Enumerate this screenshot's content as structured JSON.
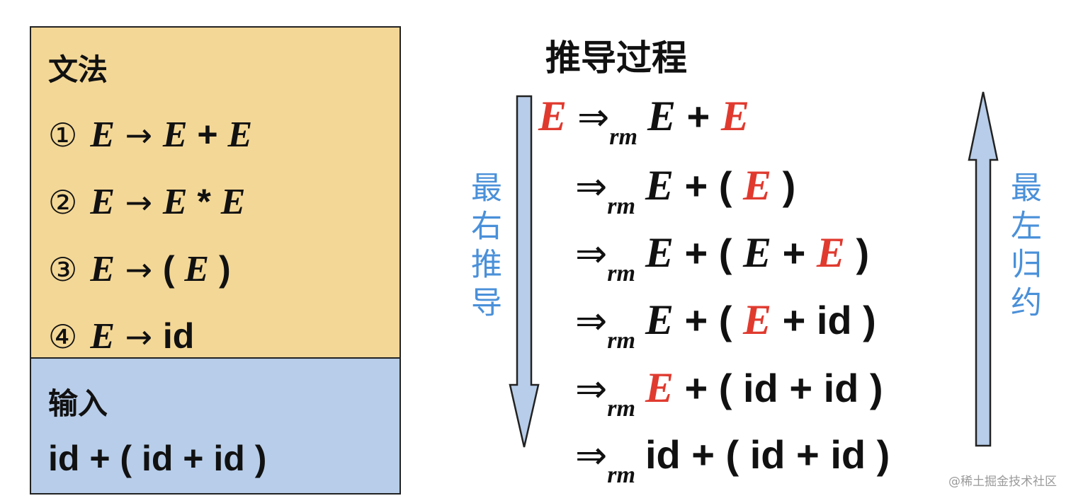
{
  "grammar": {
    "title": "文法",
    "rules": [
      {
        "num": "①",
        "lhs": "E",
        "arrow": "→",
        "rhs": [
          {
            "t": "E",
            "nt": true
          },
          {
            "t": " + ",
            "nt": false
          },
          {
            "t": "E",
            "nt": true
          }
        ]
      },
      {
        "num": "②",
        "lhs": "E",
        "arrow": "→",
        "rhs": [
          {
            "t": "E",
            "nt": true
          },
          {
            "t": " * ",
            "nt": false
          },
          {
            "t": "E",
            "nt": true
          }
        ]
      },
      {
        "num": "③",
        "lhs": "E",
        "arrow": "→",
        "rhs": [
          {
            "t": "( ",
            "nt": false
          },
          {
            "t": "E",
            "nt": true
          },
          {
            "t": " )",
            "nt": false
          }
        ]
      },
      {
        "num": "④",
        "lhs": "E",
        "arrow": "→",
        "rhs": [
          {
            "t": "id",
            "nt": false
          }
        ]
      }
    ]
  },
  "input": {
    "title": "输入",
    "string": "id + ( id +  id )"
  },
  "derivation": {
    "title": "推导过程",
    "start": "E",
    "arrow_symbol": "⇒",
    "subscript": "rm",
    "steps": [
      [
        {
          "t": "E",
          "nt": true
        },
        {
          "t": " + "
        },
        {
          "t": "E",
          "nt": true,
          "red": true
        }
      ],
      [
        {
          "t": "E",
          "nt": true
        },
        {
          "t": " + ( "
        },
        {
          "t": "E",
          "nt": true,
          "red": true
        },
        {
          "t": " )"
        }
      ],
      [
        {
          "t": "E",
          "nt": true
        },
        {
          "t": " + ( "
        },
        {
          "t": "E",
          "nt": true
        },
        {
          "t": " + "
        },
        {
          "t": "E",
          "nt": true,
          "red": true
        },
        {
          "t": " )"
        }
      ],
      [
        {
          "t": "E",
          "nt": true
        },
        {
          "t": " + ( "
        },
        {
          "t": "E",
          "nt": true,
          "red": true
        },
        {
          "t": " + id )"
        }
      ],
      [
        {
          "t": "E",
          "nt": true,
          "red": true
        },
        {
          "t": " + ( id + id )"
        }
      ],
      [
        {
          "t": "id + ( id + id )"
        }
      ]
    ]
  },
  "labels": {
    "left": "最右推导",
    "right": "最左归约"
  },
  "watermark": "@稀土掘金技术社区",
  "colors": {
    "grammar_bg": "#f3d796",
    "input_bg": "#b7cde9",
    "highlight": "#e03a2f",
    "arrow_fill": "#b7cde9",
    "label": "#4a90d9"
  }
}
